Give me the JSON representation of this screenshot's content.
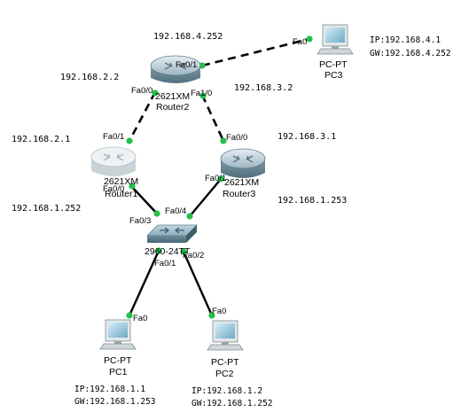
{
  "devices": {
    "router1": {
      "model": "2621XM",
      "name": "Router1"
    },
    "router2": {
      "model": "2621XM",
      "name": "Router2"
    },
    "router3": {
      "model": "2621XM",
      "name": "Router3"
    },
    "switch0": {
      "model": "2960-24TT"
    },
    "pc1": {
      "model": "PC-PT",
      "name": "PC1",
      "ip": "IP:192.168.1.1",
      "gw": "GW:192.168.1.253"
    },
    "pc2": {
      "model": "PC-PT",
      "name": "PC2",
      "ip": "IP:192.168.1.2",
      "gw": "GW:192.168.1.252"
    },
    "pc3": {
      "model": "PC-PT",
      "name": "PC3",
      "ip": "IP:192.168.4.1",
      "gw": "GW:192.168.4.252"
    }
  },
  "ports": {
    "r2_fa0_1": "Fa0/1",
    "r2_fa0_0": "Fa0/0",
    "r2_fa1_0": "Fa1/0",
    "r1_fa0_1": "Fa0/1",
    "r1_fa0_0": "Fa0/0",
    "r3_fa0_0": "Fa0/0",
    "r3_fa0_1": "Fa0/1",
    "sw_fa0_3": "Fa0/3",
    "sw_fa0_4": "Fa0/4",
    "sw_fa0_1": "Fa0/1",
    "sw_fa0_2": "Fa0/2",
    "pc3_fa0": "Fa0",
    "pc1_fa0": "Fa0",
    "pc2_fa0": "Fa0"
  },
  "addresses": {
    "r2_fa0_1": "192.168.4.252",
    "r2_fa0_0": "192.168.2.2",
    "r2_fa1_0": "192.168.3.2",
    "r1_fa0_1": "192.168.2.1",
    "r3_fa0_0": "192.168.3.1",
    "r1_fa0_0": "192.168.1.252",
    "r3_fa0_1": "192.168.1.253"
  },
  "colors": {
    "link": "#000000",
    "port_dot": "#22c04a",
    "router_body": "#8fa9b6",
    "switch_body": "#7f9fb0"
  }
}
